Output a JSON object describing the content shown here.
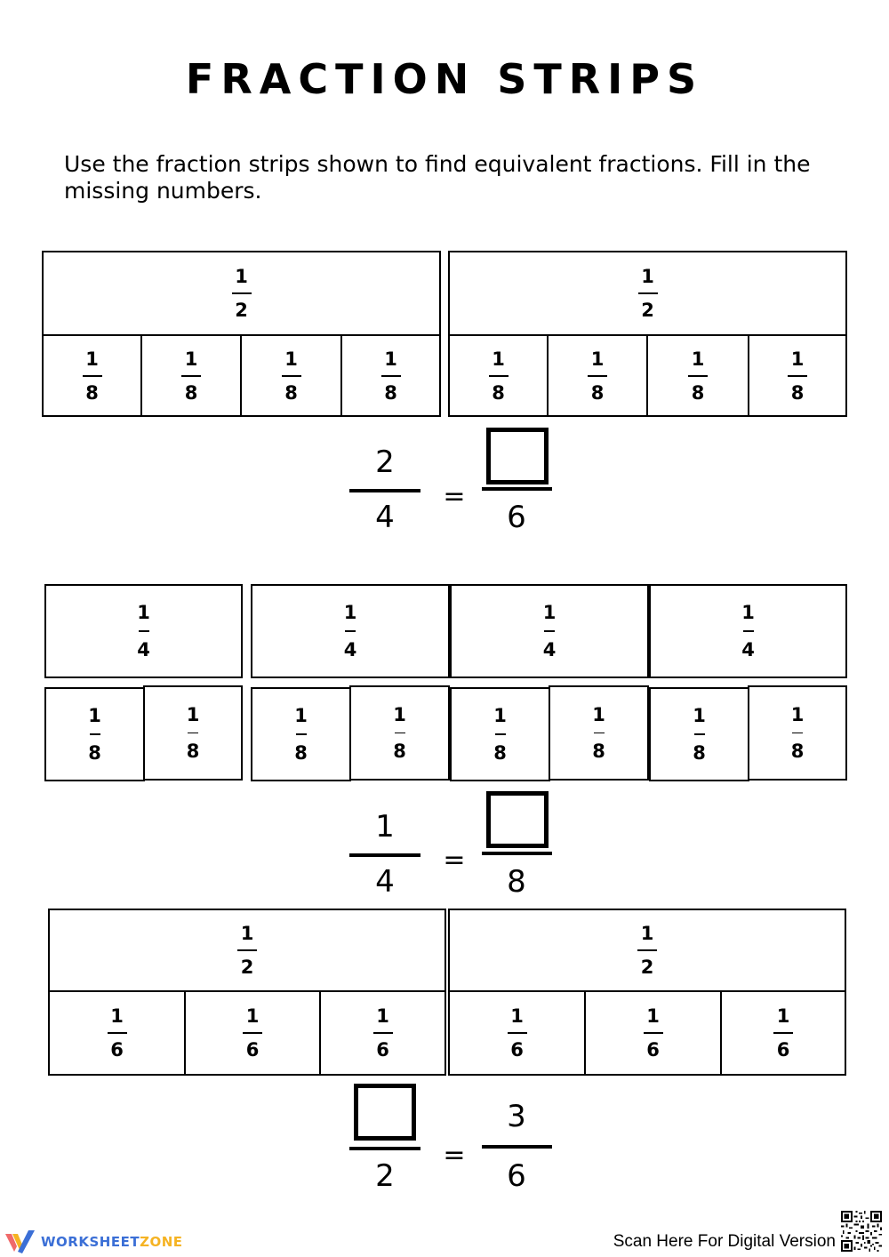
{
  "title": "FRACTION STRIPS",
  "instructions": "Use the fraction strips shown to find equivalent fractions. Fill in the missing numbers.",
  "section1": {
    "top_fraction": {
      "num": "1",
      "den": "2"
    },
    "bottom_fraction": {
      "num": "1",
      "den": "8"
    },
    "equation": {
      "left_num": "2",
      "left_den": "4",
      "equals": "=",
      "right_den": "6"
    }
  },
  "section2": {
    "top_fraction": {
      "num": "1",
      "den": "4"
    },
    "bottom_fraction": {
      "num": "1",
      "den": "8"
    },
    "equation": {
      "left_num": "1",
      "left_den": "4",
      "equals": "=",
      "right_den": "8"
    }
  },
  "section3": {
    "top_fraction": {
      "num": "1",
      "den": "2"
    },
    "bottom_fraction": {
      "num": "1",
      "den": "6"
    },
    "equation": {
      "left_den": "2",
      "equals": "=",
      "right_num": "3",
      "right_den": "6"
    }
  },
  "footer": {
    "logo_worksheet": "WORKSHEET",
    "logo_zone": "ZONE",
    "scan_text": "Scan Here For Digital Version",
    "qr_icon": "qr-code-icon"
  }
}
